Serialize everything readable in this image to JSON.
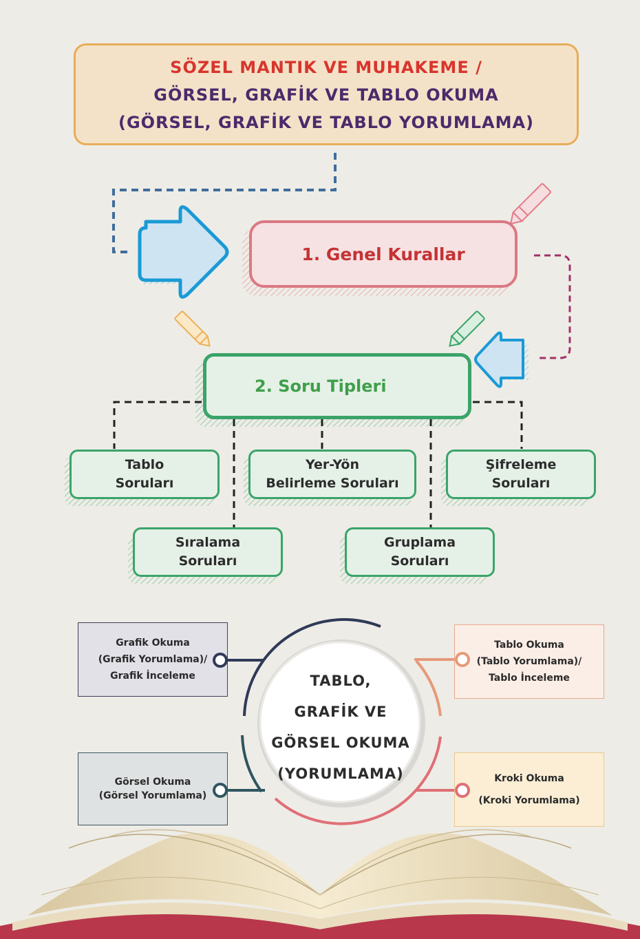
{
  "header": {
    "line1": "SÖZEL MANTIK VE MUHAKEME /",
    "line2": "GÖRSEL, GRAFİK VE TABLO OKUMA",
    "line3": "(GÖRSEL, GRAFİK VE TABLO YORUMLAMA)"
  },
  "flow": {
    "rules_label": "1. Genel Kurallar",
    "types_label": "2. Soru Tipleri"
  },
  "question_types": [
    {
      "line1": "Tablo",
      "line2": "Soruları"
    },
    {
      "line1": "Yer-Yön",
      "line2": "Belirleme Soruları"
    },
    {
      "line1": "Şifreleme",
      "line2": "Soruları"
    },
    {
      "line1": "Sıralama",
      "line2": "Soruları"
    },
    {
      "line1": "Gruplama",
      "line2": "Soruları"
    }
  ],
  "reading": {
    "center": [
      "TABLO,",
      "GRAFİK VE",
      "GÖRSEL OKUMA",
      "(YORUMLAMA)"
    ],
    "grafik": [
      "Grafik Okuma",
      "(Grafik Yorumlama)/",
      "Grafik İnceleme"
    ],
    "tablo": [
      "Tablo Okuma",
      "(Tablo Yorumlama)/",
      "Tablo İnceleme"
    ],
    "gorsel": [
      "Görsel Okuma",
      "(Görsel Yorumlama)"
    ],
    "kroki": [
      "Kroki Okuma",
      "(Kroki Yorumlama)"
    ]
  },
  "colors": {
    "rules_border": "#db7883",
    "types_border": "#3aa36a",
    "arrow_blue": "#1a9ad6",
    "title_border": "#e7ad58"
  }
}
